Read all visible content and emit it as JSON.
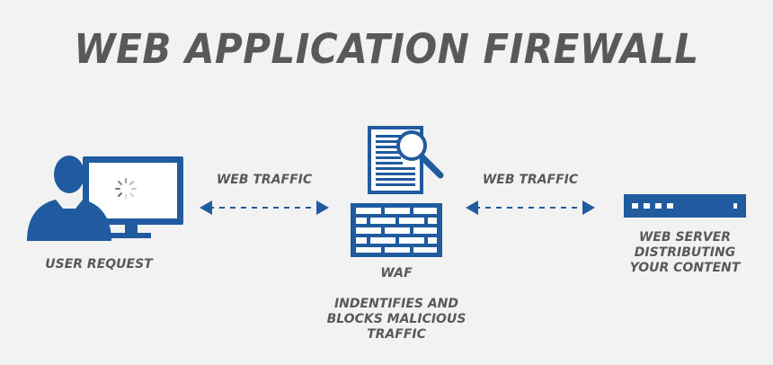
{
  "title": "WEB APPLICATION FIREWALL",
  "colors": {
    "background": "#f2f2f2",
    "primary_blue": "#1f5b9e",
    "text_gray": "#595959",
    "white": "#ffffff"
  },
  "nodes": {
    "user": {
      "label": "USER REQUEST",
      "icon": "user-at-computer-icon"
    },
    "waf": {
      "label": "WAF",
      "description": "INDENTIFIES AND\nBLOCKS MALICIOUS\nTRAFFIC",
      "icon": "document-magnifier-firewall-icon"
    },
    "server": {
      "label": "WEB SERVER\nDISTRIBUTING\nYOUR CONTENT",
      "icon": "server-rack-icon"
    }
  },
  "edges": [
    {
      "label": "WEB TRAFFIC",
      "from": "user",
      "to": "waf",
      "style": "dashed-bidirectional"
    },
    {
      "label": "WEB TRAFFIC",
      "from": "waf",
      "to": "server",
      "style": "dashed-bidirectional"
    }
  ]
}
